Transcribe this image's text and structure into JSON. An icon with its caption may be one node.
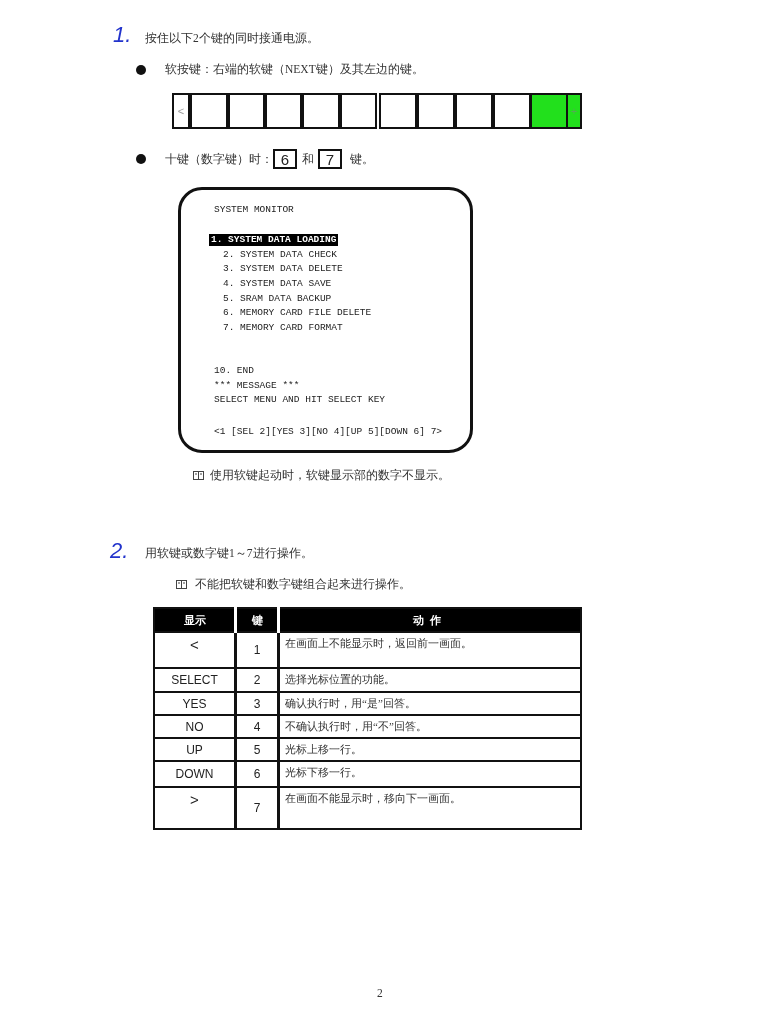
{
  "diagram": {
    "nodes": [
      {
        "text": [
          "<"
        ]
      },
      {
        "text": [],
        "shape": "box"
      },
      {
        "text": [],
        "shape": "box"
      },
      {
        "text": [],
        "shape": "box"
      },
      {
        "text": [],
        "shape": "box"
      },
      {
        "text": [],
        "shape": "box"
      },
      {
        "text": [],
        "shape": "box"
      },
      {
        "text": [],
        "shape": "box"
      },
      {
        "text": [],
        "shape": "box"
      },
      {
        "text": [],
        "shape": "box"
      },
      {
        "text": [],
        "shape": "box"
      },
      {
        "text": [
          "+"
        ]
      },
      {
        "text": [
          "6"
        ]
      },
      {
        "text": [
          "7"
        ]
      },
      {
        "text": [
          "SYSTEM MONITOR",
          "1. SYSTEM DATA LOADING",
          "2. SYSTEM DATA CHECK",
          "3. SYSTEM DATA DELETE",
          "4. SYSTEM DATA SAVE",
          "5. SRAM DATA BACKUP",
          "6. MEMORY CARD FILE DELETE",
          "7. MEMORY CARD FORMAT",
          "10. END",
          "*** MESSAGE ***",
          "SELECT MENU AND HIT SELECT KEY",
          "<1 [SEL 2][YES 3][NO 4][UP 5][DOWN 6] 7>"
        ]
      }
    ],
    "labels": [
      "1.",
      "按住以下2个键的同时接通电源。",
      "软按键：右端的软键（NEXT键）及其左边的键。",
      "十键（数字键）时：",
      "和",
      "键。",
      "使用软键起动时，软键显示部的数字不显示。",
      "2.",
      "用软键或数字键1～7进行操作。",
      "不能把软键和数字键组合起来进行操作。",
      "显示",
      "键",
      "动作",
      "<",
      "1",
      "在画面上不能显示时，返回前一画面。",
      "SELECT",
      "2",
      "选择光标位置的功能。",
      "YES",
      "3",
      "确认执行时，用“是”回答。",
      "NO",
      "4",
      "不确认执行时，用“不”回答。",
      "UP",
      "5",
      "光标上移一行。",
      "DOWN",
      "6",
      "光标下移一行。",
      ">",
      "7",
      "在画面不能显示时，移向下一画面。",
      "2"
    ]
  }
}
